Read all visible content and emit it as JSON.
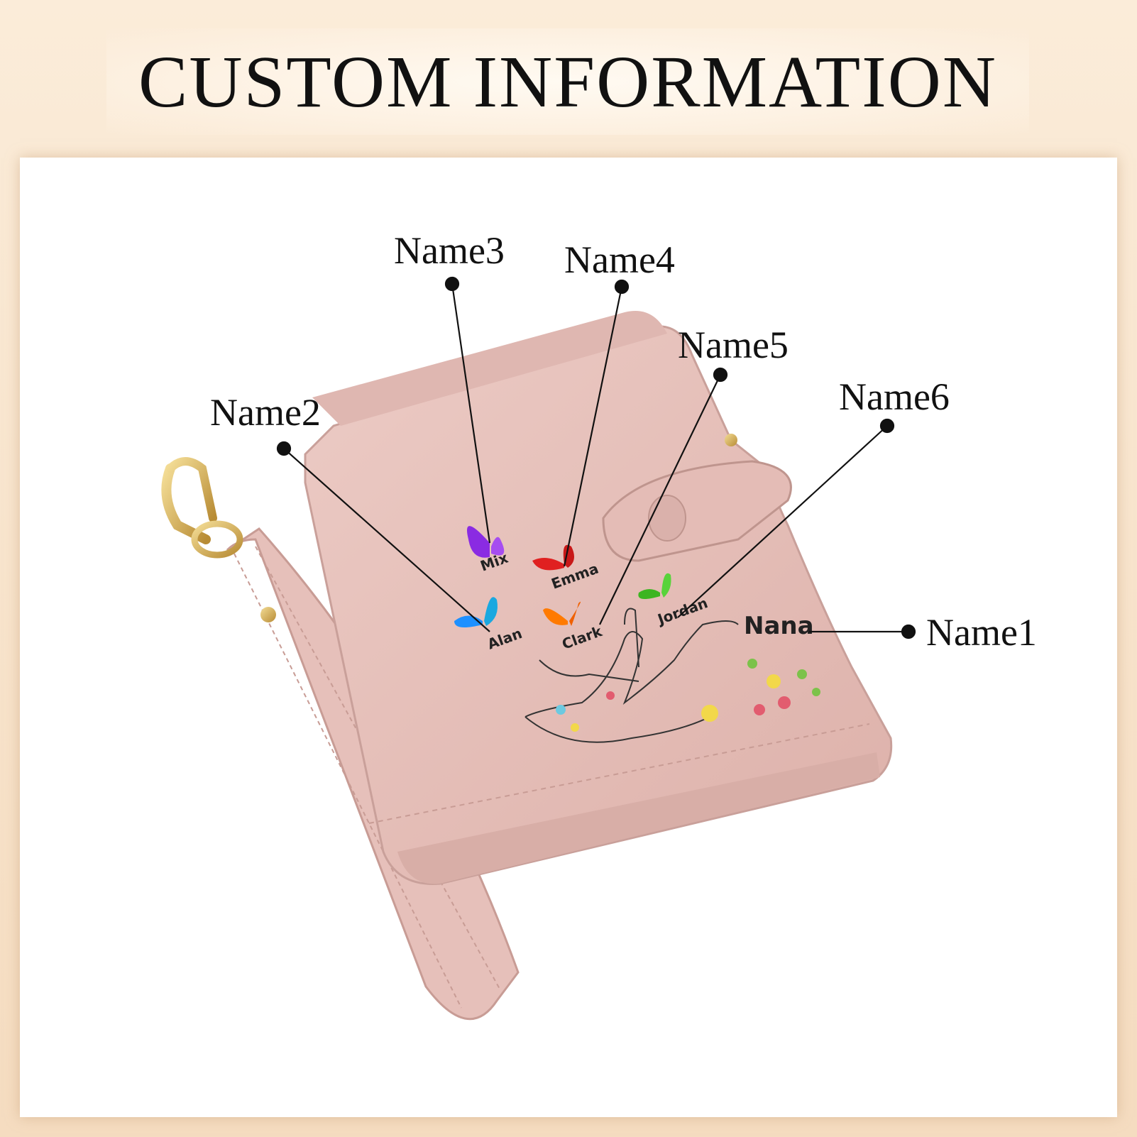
{
  "title": "CUSTOM INFORMATION",
  "callouts": {
    "name1": "Name1",
    "name2": "Name2",
    "name3": "Name3",
    "name4": "Name4",
    "name5": "Name5",
    "name6": "Name6"
  },
  "wallet_print": {
    "main_name": "Nana",
    "butterflies": [
      {
        "name": "Mix",
        "color": "#8a2be2"
      },
      {
        "name": "Emma",
        "color": "#e02020"
      },
      {
        "name": "Alan",
        "color": "#1e90ff"
      },
      {
        "name": "Clark",
        "color": "#ff7a00"
      },
      {
        "name": "Jordan",
        "color": "#3cb521"
      }
    ]
  },
  "colors": {
    "wallet": "#e8c2bc",
    "wallet_shadow": "#d4a8a2",
    "hardware": "#d6b25c",
    "accent_border": "#f5dcc0"
  }
}
